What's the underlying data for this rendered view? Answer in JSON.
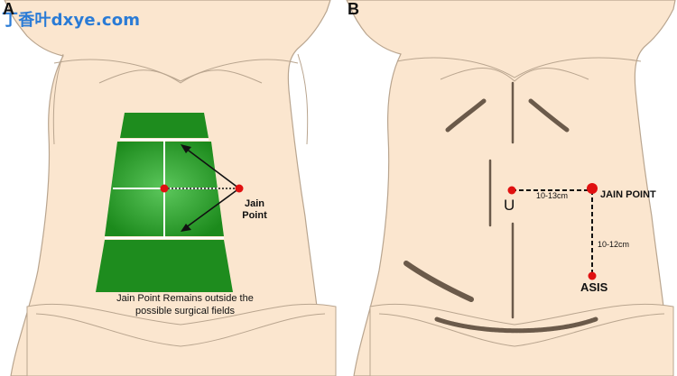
{
  "watermark": {
    "text": "丁香叶dxye.com",
    "color": "#2a7bd6"
  },
  "panel_a": {
    "label": "A",
    "marker_label": "Jain\nPoint",
    "caption": "Jain Point Remains outside the possible surgical fields",
    "colors": {
      "skin": "#fbe6cf",
      "outline": "#b9a58f",
      "field": "#1e8c1e",
      "field_center": "#52c052",
      "marker": "#e01010"
    }
  },
  "panel_b": {
    "label": "B",
    "umbilicus_label": "U",
    "jain_point_label": "JAIN POINT",
    "asis_label": "ASIS",
    "horizontal_distance": "10-13cm",
    "vertical_distance": "10-12cm"
  }
}
